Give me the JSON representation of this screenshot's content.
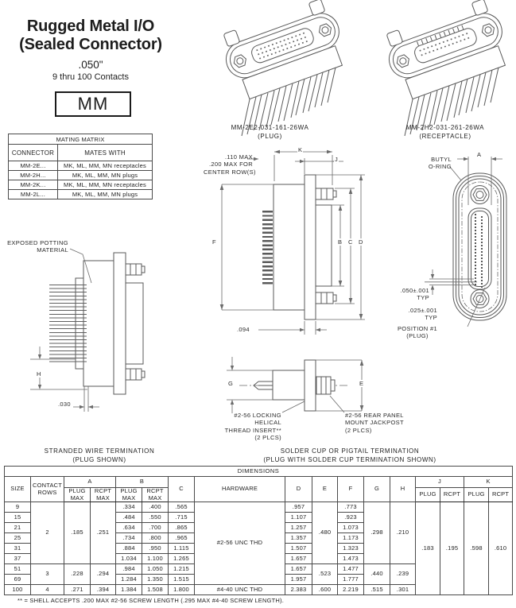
{
  "header": {
    "title_line1": "Rugged Metal I/O",
    "title_line2": "(Sealed Connector)",
    "pitch": ".050\"",
    "contacts_range": "9 thru 100 Contacts",
    "series_code": "MM"
  },
  "top_figures": {
    "plug_caption_line1": "MM-2E2-031-161-26WA",
    "plug_caption_line2": "(PLUG)",
    "receptacle_caption_line1": "MM-2H2-031-261-26WA",
    "receptacle_caption_line2": "(RECEPTACLE)"
  },
  "mating_matrix": {
    "title": "MATING MATRIX",
    "headers": {
      "connector": "CONNECTOR",
      "mates_with": "MATES WITH"
    },
    "rows": [
      {
        "connector": "MM-2E...",
        "mates": "MK, ML, MM, MN receptacles"
      },
      {
        "connector": "MM-2H...",
        "mates": "MK, ML, MM, MN plugs"
      },
      {
        "connector": "MM-2K...",
        "mates": "MK, ML, MM, MN receptacles"
      },
      {
        "connector": "MM-2L...",
        "mates": "MK, ML, MM, MN plugs"
      }
    ]
  },
  "drawing_labels": {
    "exposed_potting_line1": "EXPOSED POTTING",
    "exposed_potting_line2": "MATERIAL",
    "dim_h": "H",
    "dim_030": ".030",
    "max_note_line1": ".110 MAX",
    "max_note_line2": ".200 MAX FOR",
    "max_note_line3": "CENTER ROW(S)",
    "dim_k": "K",
    "dim_j": "J",
    "dim_f": "F",
    "dim_b": "B",
    "dim_c": "C",
    "dim_d": "D",
    "dim_094": ".094",
    "butyl_line1": "BUTYL",
    "butyl_line2": "O-RING",
    "dim_a": "A",
    "typ_050_line1": ".050±.001",
    "typ_050_line2": "TYP",
    "typ_025_line1": ".025±.001",
    "typ_025_line2": "TYP",
    "position1_line1": "POSITION #1",
    "position1_line2": "(PLUG)",
    "dim_g": "G",
    "dim_e": "E",
    "locking_insert_line1": "#2-56 LOCKING",
    "locking_insert_line2": "HELICAL",
    "locking_insert_line3": "THREAD INSERT**",
    "locking_insert_line4": "(2 PLCS)",
    "jackpost_line1": "#2-56 REAR PANEL",
    "jackpost_line2": "MOUNT JACKPOST",
    "jackpost_line3": "(2 PLCS)"
  },
  "termination_captions": {
    "left_line1": "STRANDED WIRE TERMINATION",
    "left_line2": "(PLUG SHOWN)",
    "right_line1": "SOLDER CUP OR PIGTAIL TERMINATION",
    "right_line2": "(PLUG WITH SOLDER CUP TERMINATION SHOWN)"
  },
  "dimensions_table": {
    "title": "DIMENSIONS",
    "headers": {
      "size": "SIZE",
      "contact_rows": "CONTACT ROWS",
      "a": "A",
      "b": "B",
      "c": "C",
      "hardware": "HARDWARE",
      "d": "D",
      "e": "E",
      "f": "F",
      "g": "G",
      "h": "H",
      "j": "J",
      "k": "K",
      "plug_max": "PLUG MAX",
      "rcpt_max": "RCPT MAX",
      "plug": "PLUG",
      "rcpt": "RCPT"
    },
    "rows": [
      {
        "size": "9",
        "contact_rows": "2",
        "a_plug": ".185",
        "a_rcpt": ".251",
        "b_plug": ".334",
        "b_rcpt": ".400",
        "c": ".565",
        "hardware": "#2-56 UNC THD",
        "d": ".957",
        "e": ".480",
        "f": ".773",
        "g": ".298",
        "h": ".210",
        "j_plug": ".183",
        "j_rcpt": ".195",
        "k_plug": ".598",
        "k_rcpt": ".610"
      },
      {
        "size": "15",
        "b_plug": ".484",
        "b_rcpt": ".550",
        "c": ".715",
        "d": "1.107",
        "f": ".923"
      },
      {
        "size": "21",
        "b_plug": ".634",
        "b_rcpt": ".700",
        "c": ".865",
        "d": "1.257",
        "f": "1.073"
      },
      {
        "size": "25",
        "b_plug": ".734",
        "b_rcpt": ".800",
        "c": ".965",
        "d": "1.357",
        "f": "1.173"
      },
      {
        "size": "31",
        "b_plug": ".884",
        "b_rcpt": ".950",
        "c": "1.115",
        "d": "1.507",
        "f": "1.323"
      },
      {
        "size": "37",
        "b_plug": "1.034",
        "b_rcpt": "1.100",
        "c": "1.265",
        "d": "1.657",
        "f": "1.473"
      },
      {
        "size": "51",
        "contact_rows": "3",
        "a_plug": ".228",
        "a_rcpt": ".294",
        "b_plug": ".984",
        "b_rcpt": "1.050",
        "c": "1.215",
        "d": "1.657",
        "e": ".523",
        "f": "1.477",
        "g": ".440",
        "h": ".239"
      },
      {
        "size": "69",
        "b_plug": "1.284",
        "b_rcpt": "1.350",
        "c": "1.515",
        "d": "1.957",
        "f": "1.777"
      },
      {
        "size": "100",
        "contact_rows": "4",
        "a_plug": ".271",
        "a_rcpt": ".394",
        "b_plug": "1.384",
        "b_rcpt": "1.508",
        "c": "1.800",
        "hardware": "#4-40 UNC THD",
        "d": "2.383",
        "e": ".600",
        "f": "2.219",
        "g": ".515",
        "h": ".301"
      }
    ],
    "footnote": "** = SHELL ACCEPTS .200 MAX #2-56 SCREW LENGTH (.295 MAX #4-40 SCREW LENGTH)."
  }
}
